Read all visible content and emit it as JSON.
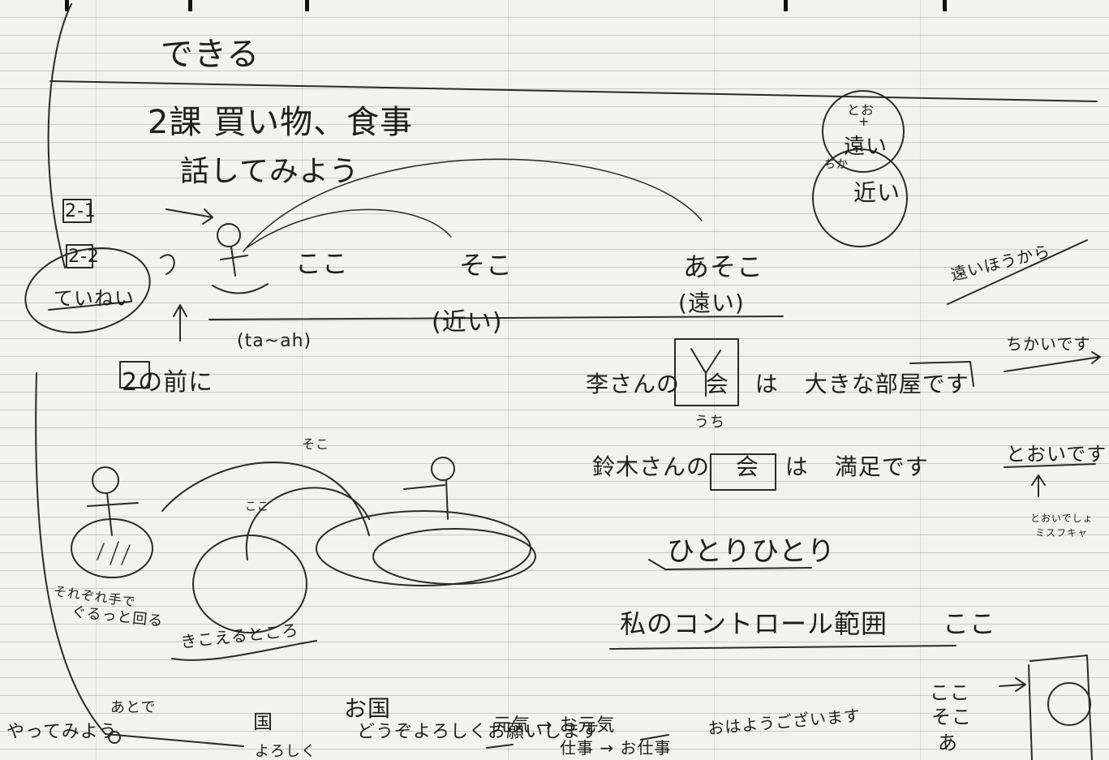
{
  "page": {
    "heading": "できる",
    "lesson_title": "2課 買い物、食事",
    "subtitle": "話してみよう"
  },
  "left_notes": {
    "item_2_1": "2-1",
    "item_2_2": "2-2",
    "teinei": "ていねい",
    "before_2": "2の前に",
    "tanaka": "(ta~ah)",
    "sore": "そこ",
    "koko_small": "ここ",
    "gesture_note_1": "それぞれ手で",
    "gesture_note_2": "ぐるっと回る",
    "kikoeru": "きこえるところ"
  },
  "demonstratives": {
    "koko": "ここ",
    "soko": "そこ",
    "asoko": "あそこ",
    "chikai": "(近い)",
    "tooi": "(遠い)"
  },
  "top_right": {
    "too": "とお",
    "plus": "+",
    "tooi_kanji": "遠い",
    "chika": "ちか",
    "chikai_kanji": "近い",
    "tooihou": "遠いほうから",
    "chikai_desu": "ちかいです"
  },
  "examples": {
    "line1": "李さんの 会 は 大きな部屋です",
    "uchi": "うち",
    "line2": "鈴木さんの 会 は 満足です",
    "tooi_desu": "とおいです",
    "tooi_note_1": "とおいでしょ",
    "tooi_note_2": "ミスフキャ",
    "hitori": "ひとりひとり",
    "control_range": "私のコントロール範囲",
    "koko_end": "ここ"
  },
  "bottom": {
    "yatte": "やってみよう",
    "ato_de": "あとで",
    "kuni": "国",
    "yoroshiku": "よろしく",
    "okuni": "お国",
    "douzo": "どうぞよろしくお願いします",
    "genki": "元気 → お元気",
    "shigoto": "仕事 → お仕事",
    "ohayou": "おはようございます",
    "koko": "ここ",
    "soko": "そこ",
    "a": "あ"
  }
}
